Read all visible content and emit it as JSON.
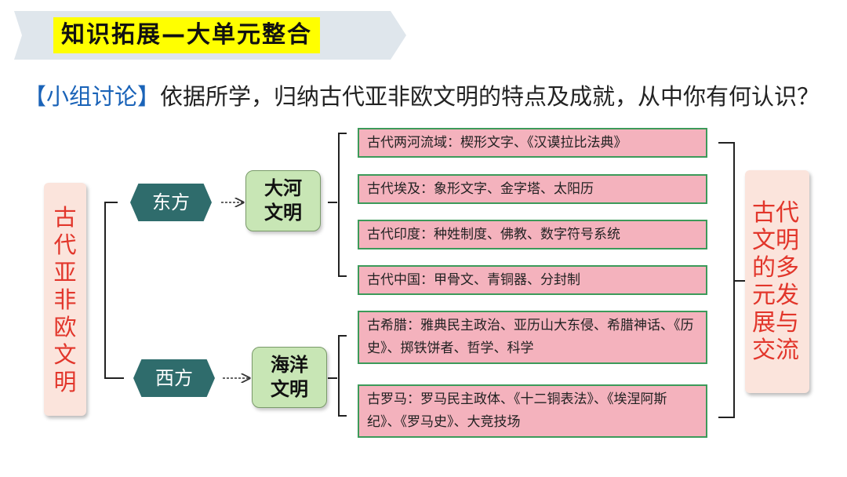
{
  "header": {
    "title": "知识拓展—大单元整合"
  },
  "prompt": {
    "tag": "【小组讨论】",
    "text": "依据所学，归纳古代亚非欧文明的特点及成就，从中你有何认识？"
  },
  "diagram": {
    "root": "古代亚非欧文明",
    "conclusion": "古代文明的多元发展与交流",
    "east": {
      "region": "东方",
      "civilization": "大河文明"
    },
    "west": {
      "region": "西方",
      "civilization": "海洋文明"
    },
    "items": [
      "古代两河流域：楔形文字、《汉谟拉比法典》",
      "古代埃及：象形文字、金字塔、太阳历",
      "古代印度：种姓制度、佛教、数字符号系统",
      "古代中国：甲骨文、青铜器、分封制",
      "古希腊：雅典民主政治、亚历山大东侵、希腊神话、《历史》、掷铁饼者、哲学、科学",
      "古罗马：罗马民主政体、《十二铜表法》、《埃涅阿斯纪》、《罗马史》、大竞技场"
    ]
  },
  "colors": {
    "banner": "#dfe6ec",
    "title_highlight": "#ffff00",
    "prompt_tag": "#1a63b8",
    "side_text": "#e2362b",
    "side_fill": "#fbe4dc",
    "region_fill": "#2f6c6c",
    "civ_fill": "#c8e6b5",
    "item_fill": "#f4b2bd",
    "item_border": "#3c9a5a"
  }
}
